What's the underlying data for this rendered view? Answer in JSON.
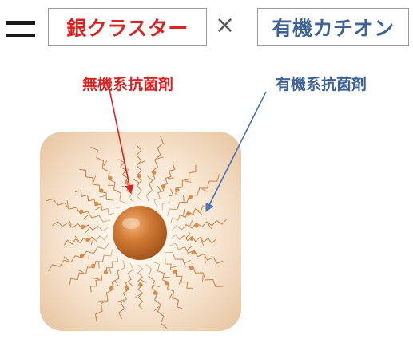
{
  "equation": {
    "equals_symbol": "=",
    "times_symbol": "×",
    "term_left": "銀クラスター",
    "term_right": "有機カチオン"
  },
  "labels": {
    "inorganic": "無機系抗菌剤",
    "organic": "有機系抗菌剤"
  },
  "colors": {
    "inorganic": "#d92424",
    "organic": "#3f6294",
    "arrow_left": "#e02020",
    "arrow_right": "#4a74b4",
    "particle_core": "#c46a24",
    "chains": "#c88a55"
  }
}
